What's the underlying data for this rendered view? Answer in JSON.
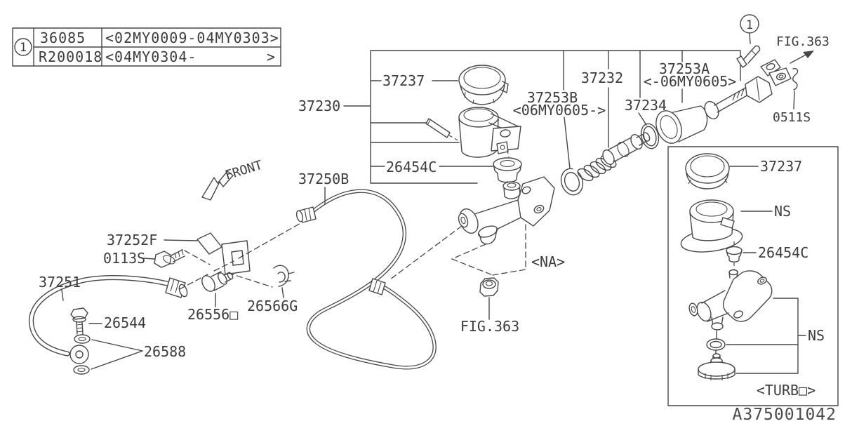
{
  "figure": {
    "doc_number": "A375001042",
    "front_label": "FRONT"
  },
  "ref_table": {
    "ref_num": "1",
    "rows": [
      {
        "code": "36085",
        "applicability": "<02MY0009-04MY0303>",
        "applicability_close": ""
      },
      {
        "code": "R200018",
        "applicability": "<04MY0304-",
        "applicability_close": ">"
      }
    ]
  },
  "callouts": {
    "p37230": "37230",
    "p37237": "37237",
    "p26454C": "26454C",
    "p37250B": "37250B",
    "p37253B_line1": "37253B",
    "p37253B_line2": "<06MY0605->",
    "p37232": "37232",
    "p37234": "37234",
    "p37253A_line1": "37253A",
    "p37253A_line2": "<-06MY0605>",
    "p0511S": "0511S",
    "fig363_top": "FIG.363",
    "fig363_bottom": "FIG.363",
    "ref1": "1",
    "p37252F": "37252F",
    "p0113S": "0113S",
    "p37251": "37251",
    "p26544": "26544",
    "p26588": "26588",
    "p26556": "26556□",
    "p26566G": "26566G",
    "na": "<NA>"
  },
  "turbo_panel": {
    "p37237": "37237",
    "ns_reservoir": "NS",
    "p26454C": "26454C",
    "ns_cylinder": "NS",
    "caption": "<TURB□>"
  }
}
